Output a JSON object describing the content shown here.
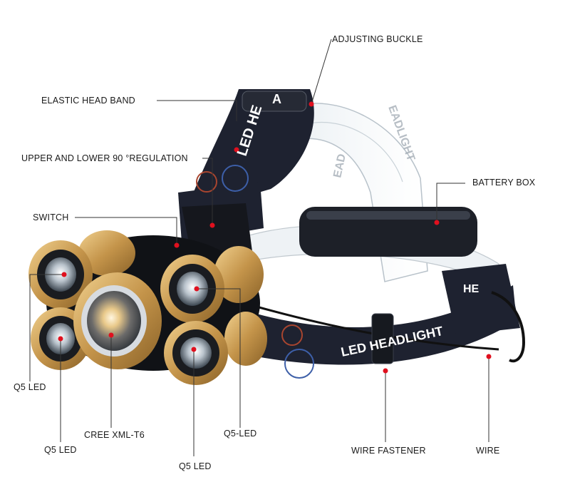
{
  "diagram": {
    "labels": {
      "adjusting_buckle": "ADJUSTING BUCKLE",
      "elastic_head_band": "ELASTIC HEAD BAND",
      "upper_lower_regulation": "UPPER AND LOWER 90 °REGULATION",
      "battery_box": "BATTERY BOX",
      "switch": "SWITCH",
      "q5_led_left": "Q5 LED",
      "q5_led_bottom_left": "Q5 LED",
      "cree": "CREE XML-T6",
      "q5_led_bottom": "Q5 LED",
      "q5_led_right": "Q5-LED",
      "wire_fastener": "WIRE FASTENER",
      "wire": "WIRE"
    },
    "band_text": {
      "top_strap": "LED HE",
      "top_strap_letter": "A",
      "clear_band": "EADLIGHT",
      "clear_band_left": "EAD",
      "lower_strap": "LED HEADLIGHT",
      "side_strap": "HE"
    },
    "colors": {
      "marker": "#e0101e",
      "gold": "#c89a4e",
      "strap": "#1e2230",
      "leader": "#333333"
    }
  }
}
